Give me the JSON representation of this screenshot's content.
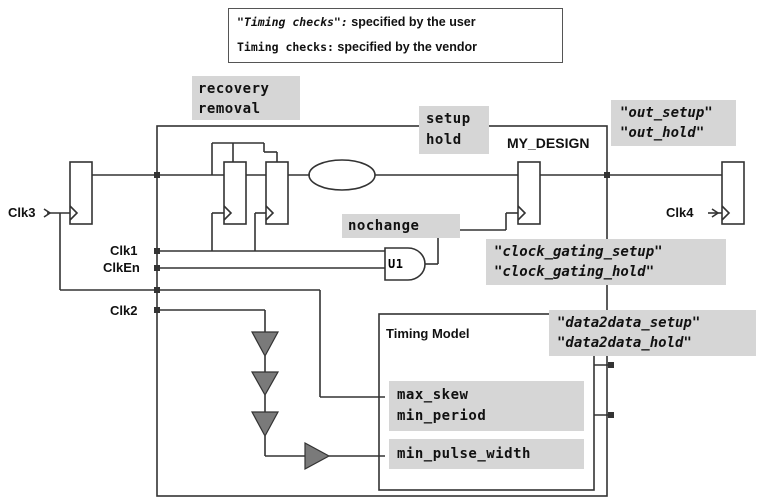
{
  "legend": {
    "user_term": "\"Timing checks\":",
    "user_desc": " specified by the user",
    "vendor_term": "Timing checks:",
    "vendor_desc": " specified by the vendor"
  },
  "checks": {
    "recovery": "recovery",
    "removal": "removal",
    "setup": "setup",
    "hold": "hold",
    "out_setup": "\"out_setup\"",
    "out_hold": "\"out_hold\"",
    "nochange": "nochange",
    "clock_gating_setup": "\"clock_gating_setup\"",
    "clock_gating_hold": "\"clock_gating_hold\"",
    "data2data_setup": "\"data2data_setup\"",
    "data2data_hold": "\"data2data_hold\"",
    "max_skew": "max_skew",
    "min_period": "min_period",
    "min_pulse_width": "min_pulse_width"
  },
  "labels": {
    "design": "MY_DESIGN",
    "timing_model": "Timing Model",
    "gate": "U1",
    "clk1": "Clk1",
    "clken": "ClkEn",
    "clk2": "Clk2",
    "clk3": "Clk3",
    "clk4": "Clk4"
  },
  "colors": {
    "wire": "#333333",
    "check_box": "#d6d6d6",
    "buffer_fill": "#7a7a7a"
  }
}
